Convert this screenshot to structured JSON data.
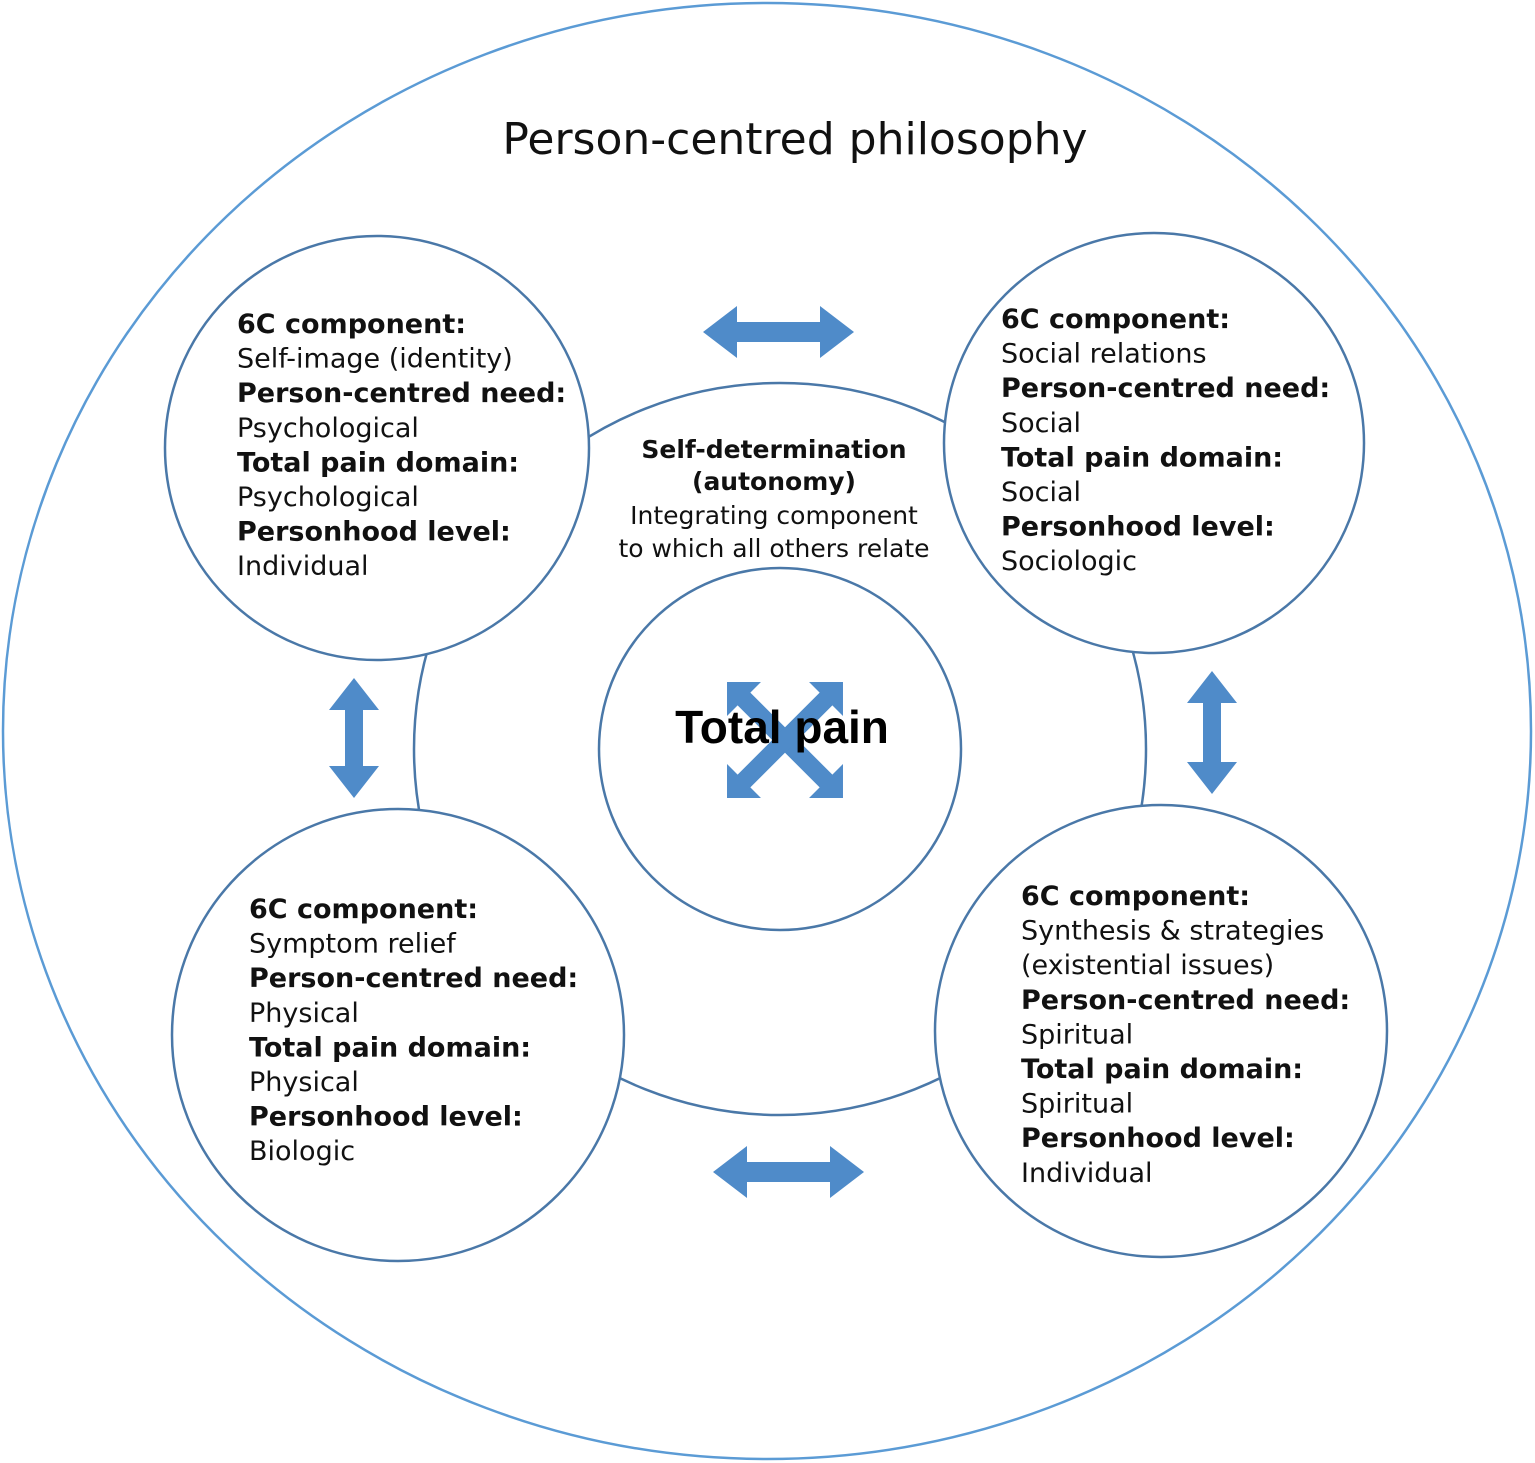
{
  "title": "Person-centred philosophy",
  "colors": {
    "circle_stroke": "#4a78a8",
    "outer_stroke": "#5b9bd5",
    "arrow_fill": "#4f8bc9",
    "text": "#111111"
  },
  "integrating": {
    "heading_line1": "Self-determination",
    "heading_line2": "(autonomy)",
    "desc_line1": "Integrating component",
    "desc_line2": "to which all others relate"
  },
  "center": {
    "label": "Total pain",
    "icon": "four-way-diagonal-arrows-icon"
  },
  "components": [
    {
      "id": "top-left",
      "lines": [
        {
          "text": "6C component:",
          "bold": true
        },
        {
          "text": "Self-image (identity)",
          "bold": false
        },
        {
          "text": "Person-centred need:",
          "bold": true
        },
        {
          "text": "Psychological",
          "bold": false
        },
        {
          "text": "Total pain domain:",
          "bold": true
        },
        {
          "text": "Psychological",
          "bold": false
        },
        {
          "text": "Personhood level:",
          "bold": true
        },
        {
          "text": "Individual",
          "bold": false
        }
      ]
    },
    {
      "id": "top-right",
      "lines": [
        {
          "text": "6C component:",
          "bold": true
        },
        {
          "text": "Social relations",
          "bold": false
        },
        {
          "text": "Person-centred need:",
          "bold": true
        },
        {
          "text": "Social",
          "bold": false
        },
        {
          "text": "Total pain domain:",
          "bold": true
        },
        {
          "text": "Social",
          "bold": false
        },
        {
          "text": "Personhood level:",
          "bold": true
        },
        {
          "text": "Sociologic",
          "bold": false
        }
      ]
    },
    {
      "id": "bottom-left",
      "lines": [
        {
          "text": "6C component:",
          "bold": true
        },
        {
          "text": "Symptom relief",
          "bold": false
        },
        {
          "text": "Person-centred need:",
          "bold": true
        },
        {
          "text": "Physical",
          "bold": false
        },
        {
          "text": "Total pain domain:",
          "bold": true
        },
        {
          "text": "Physical",
          "bold": false
        },
        {
          "text": "Personhood level:",
          "bold": true
        },
        {
          "text": "Biologic",
          "bold": false
        }
      ]
    },
    {
      "id": "bottom-right",
      "lines": [
        {
          "text": "6C component:",
          "bold": true
        },
        {
          "text": "Synthesis & strategies",
          "bold": false
        },
        {
          "text": "(existential issues)",
          "bold": false
        },
        {
          "text": "Person-centred need:",
          "bold": true
        },
        {
          "text": "Spiritual",
          "bold": false
        },
        {
          "text": "Total pain domain:",
          "bold": true
        },
        {
          "text": "Spiritual",
          "bold": false
        },
        {
          "text": "Personhood level:",
          "bold": true
        },
        {
          "text": "Individual",
          "bold": false
        }
      ]
    }
  ],
  "arrows": [
    {
      "name": "top-double-arrow-icon",
      "orientation": "horizontal"
    },
    {
      "name": "bottom-double-arrow-icon",
      "orientation": "horizontal"
    },
    {
      "name": "left-double-arrow-icon",
      "orientation": "vertical"
    },
    {
      "name": "right-double-arrow-icon",
      "orientation": "vertical"
    }
  ]
}
